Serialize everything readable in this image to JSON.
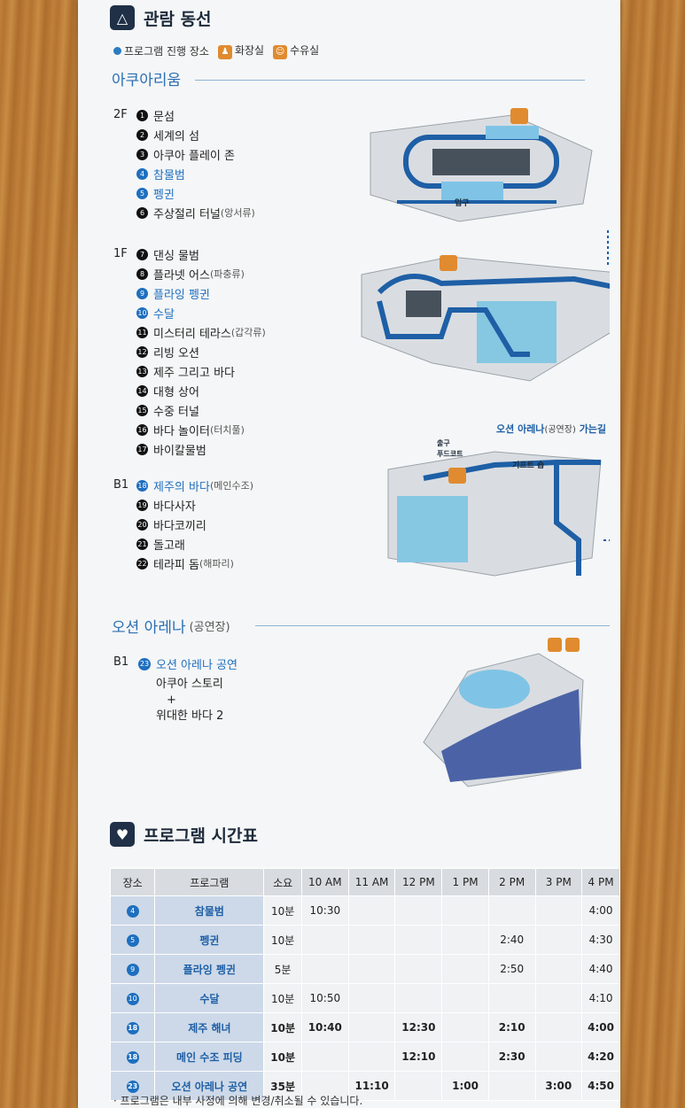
{
  "section1": {
    "title": "관람 동선",
    "icon": "squid-icon"
  },
  "legend": {
    "program": "프로그램 진행 장소",
    "restroom": "화장실",
    "nursing": "수유실"
  },
  "aquarium": {
    "title": "아쿠아리움"
  },
  "floor2": {
    "label": "2F",
    "items": [
      {
        "n": "1",
        "text": "문섬",
        "extra": "",
        "blue": false
      },
      {
        "n": "2",
        "text": "세계의 섬",
        "extra": "",
        "blue": false
      },
      {
        "n": "3",
        "text": "아쿠아 플레이 존",
        "extra": "",
        "blue": false
      },
      {
        "n": "4",
        "text": "참물범",
        "extra": "",
        "blue": true
      },
      {
        "n": "5",
        "text": "펭귄",
        "extra": "",
        "blue": true
      },
      {
        "n": "6",
        "text": "주상절리 터널",
        "extra": "(앙서류)",
        "blue": false
      }
    ]
  },
  "floor1": {
    "label": "1F",
    "items": [
      {
        "n": "7",
        "text": "댄싱 물범",
        "extra": "",
        "blue": false
      },
      {
        "n": "8",
        "text": "플라넷 어스",
        "extra": "(파충류)",
        "blue": false
      },
      {
        "n": "9",
        "text": "플라잉 펭귄",
        "extra": "",
        "blue": true
      },
      {
        "n": "10",
        "text": "수달",
        "extra": "",
        "blue": true
      },
      {
        "n": "11",
        "text": "미스터리 테라스",
        "extra": "(갑각류)",
        "blue": false
      },
      {
        "n": "12",
        "text": "리빙 오션",
        "extra": "",
        "blue": false
      },
      {
        "n": "13",
        "text": "제주 그리고 바다",
        "extra": "",
        "blue": false
      },
      {
        "n": "14",
        "text": "대형 상어",
        "extra": "",
        "blue": false
      },
      {
        "n": "15",
        "text": "수중 터널",
        "extra": "",
        "blue": false
      },
      {
        "n": "16",
        "text": "바다 놀이터",
        "extra": "(터치풀)",
        "blue": false
      },
      {
        "n": "17",
        "text": "바이칼물범",
        "extra": "",
        "blue": false
      }
    ]
  },
  "floorB1": {
    "label": "B1",
    "items": [
      {
        "n": "18",
        "text": "제주의 바다",
        "extra": "(메인수조)",
        "blue": true
      },
      {
        "n": "19",
        "text": "바다사자",
        "extra": "",
        "blue": false
      },
      {
        "n": "20",
        "text": "바다코끼리",
        "extra": "",
        "blue": false
      },
      {
        "n": "21",
        "text": "돌고래",
        "extra": "",
        "blue": false
      },
      {
        "n": "22",
        "text": "테라피 돔",
        "extra": "(해파리)",
        "blue": false
      }
    ]
  },
  "map": {
    "entrance": "입구",
    "arena_way": "오션 아레나",
    "arena_way_sub": "(공연장)",
    "arena_way_end": "가는길",
    "exit": "출구",
    "foodcourt": "푸드코트",
    "giftshop": "기프트 숍"
  },
  "ocean_arena": {
    "title": "오션 아레나",
    "sub": "(공연장)",
    "floor": "B1",
    "n": "23",
    "show": "오션 아레나 공연",
    "line1": "아쿠아 스토리",
    "plus": "+",
    "line2": "위대한 바다 2"
  },
  "section2": {
    "title": "프로그램 시간표",
    "icon": "seahorse-icon"
  },
  "schedule": {
    "headers": [
      "장소",
      "프로그램",
      "소요",
      "10 AM",
      "11 AM",
      "12 PM",
      "1 PM",
      "2 PM",
      "3 PM",
      "4 PM"
    ],
    "rows": [
      {
        "loc": "4",
        "prog": "참물범",
        "dur": "10분",
        "t": [
          "10:30",
          "",
          "",
          "",
          "",
          "",
          "4:00"
        ],
        "bold": false
      },
      {
        "loc": "5",
        "prog": "펭귄",
        "dur": "10분",
        "t": [
          "",
          "",
          "",
          "",
          "2:40",
          "",
          "4:30"
        ],
        "bold": false
      },
      {
        "loc": "9",
        "prog": "플라잉 펭귄",
        "dur": "5분",
        "t": [
          "",
          "",
          "",
          "",
          "2:50",
          "",
          "4:40"
        ],
        "bold": false
      },
      {
        "loc": "10",
        "prog": "수달",
        "dur": "10분",
        "t": [
          "10:50",
          "",
          "",
          "",
          "",
          "",
          "4:10"
        ],
        "bold": false
      },
      {
        "loc": "18",
        "prog": "제주 해녀",
        "dur": "10분",
        "t": [
          "10:40",
          "",
          "12:30",
          "",
          "2:10",
          "",
          "4:00"
        ],
        "bold": true
      },
      {
        "loc": "18",
        "prog": "메인 수조 피딩",
        "dur": "10분",
        "t": [
          "",
          "",
          "12:10",
          "",
          "2:30",
          "",
          "4:20"
        ],
        "bold": true
      },
      {
        "loc": "23",
        "prog": "오션 아레나 공연",
        "dur": "35분",
        "t": [
          "",
          "11:10",
          "",
          "1:00",
          "",
          "3:00",
          "4:50"
        ],
        "bold": true
      }
    ]
  },
  "note": "· 프로그램은 내부 사정에 의해 변경/취소될 수 있습니다."
}
